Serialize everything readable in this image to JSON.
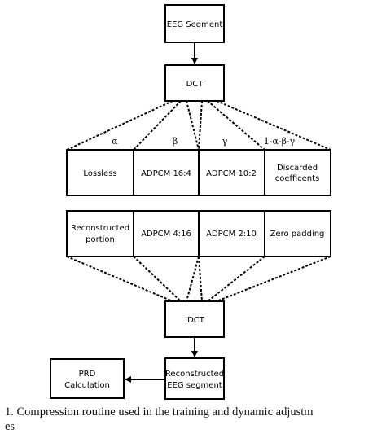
{
  "nodes": {
    "eeg_segment": "EEG Segment",
    "dct": "DCT",
    "idct": "IDCT",
    "reconstructed_eeg": [
      "Reconstructed",
      "EEG segment"
    ],
    "prd": [
      "PRD",
      "Calculation"
    ]
  },
  "partition_labels": [
    "α",
    "β",
    "γ",
    "1-α-β-γ"
  ],
  "encode_row": [
    [
      "Lossless"
    ],
    [
      "ADPCM 16:4"
    ],
    [
      "ADPCM 10:2"
    ],
    [
      "Discarded",
      "coefficents"
    ]
  ],
  "decode_row": [
    [
      "Reconstructed",
      "portion"
    ],
    [
      "ADPCM 4:16"
    ],
    [
      "ADPCM 2:10"
    ],
    [
      "Zero padding"
    ]
  ],
  "caption": {
    "line1": "1. Compression routine used in the training and dynamic adjustm",
    "line2": "es"
  }
}
